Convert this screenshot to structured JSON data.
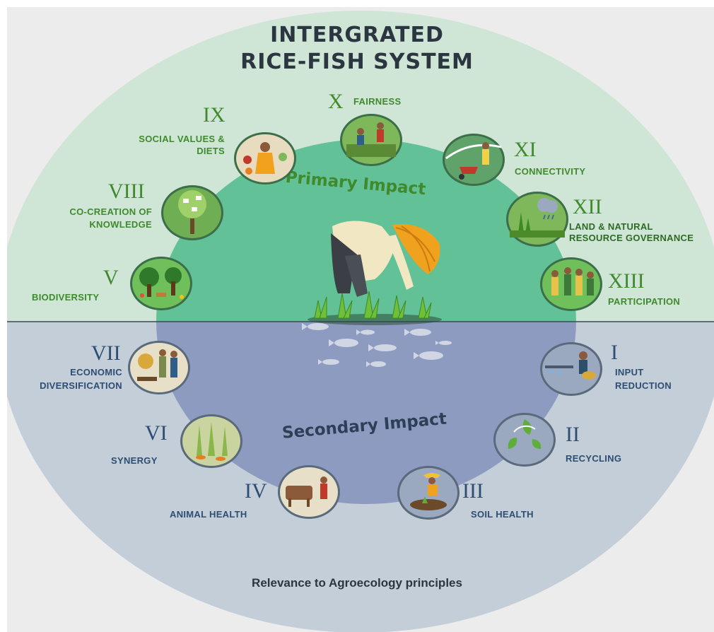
{
  "title_line1": "INTERGRATED",
  "title_line2": "RICE-FISH SYSTEM",
  "primary_impact_label": "Primary Impact",
  "secondary_impact_label": "Secondary Impact",
  "footer_text": "Relevance to Agroecology principles",
  "colors": {
    "outer_top": "#cfe6d6",
    "outer_bottom": "#c3ced9",
    "inner_top": "#62c196",
    "inner_bottom": "#8e9bc0",
    "primary_text": "#3f8a2c",
    "secondary_text": "#2d4d72"
  },
  "principles": {
    "p1": {
      "numeral": "I",
      "line1": "INPUT",
      "line2": "REDUCTION",
      "icon": "fish-feeding-icon"
    },
    "p2": {
      "numeral": "II",
      "line1": "RECYCLING",
      "line2": "",
      "icon": "recycle-leaves-icon"
    },
    "p3": {
      "numeral": "III",
      "line1": "SOIL HEALTH",
      "line2": "",
      "icon": "farmer-soil-icon"
    },
    "p4": {
      "numeral": "IV",
      "line1": "ANIMAL HEALTH",
      "line2": "",
      "icon": "cow-farmer-icon"
    },
    "p5": {
      "numeral": "V",
      "line1": "BIODIVERSITY",
      "line2": "",
      "icon": "trees-animals-icon"
    },
    "p6": {
      "numeral": "VI",
      "line1": "SYNERGY",
      "line2": "",
      "icon": "rice-fish-icon"
    },
    "p7": {
      "numeral": "VII",
      "line1": "ECONOMIC",
      "line2": "DIVERSIFICATION",
      "icon": "market-people-icon"
    },
    "p8": {
      "numeral": "VIII",
      "line1": "CO-CREATION OF",
      "line2": "KNOWLEDGE",
      "icon": "knowledge-tree-icon"
    },
    "p9": {
      "numeral": "IX",
      "line1": "SOCIAL VALUES &",
      "line2": "DIETS",
      "icon": "diet-person-icon"
    },
    "p10": {
      "numeral": "X",
      "line1": "FAIRNESS",
      "line2": "",
      "icon": "farmers-field-icon"
    },
    "p11": {
      "numeral": "XI",
      "line1": "CONNECTIVITY",
      "line2": "",
      "icon": "wheelbarrow-road-icon"
    },
    "p12": {
      "numeral": "XII",
      "line1": "LAND & NATURAL",
      "line2": "RESOURCE GOVERNANCE",
      "icon": "rain-grass-icon"
    },
    "p13": {
      "numeral": "XIII",
      "line1": "PARTICIPATION",
      "line2": "",
      "icon": "group-people-icon"
    }
  },
  "center_icon": "farmer-planting-rice-icon",
  "fish_icon": "fish-school-icon"
}
